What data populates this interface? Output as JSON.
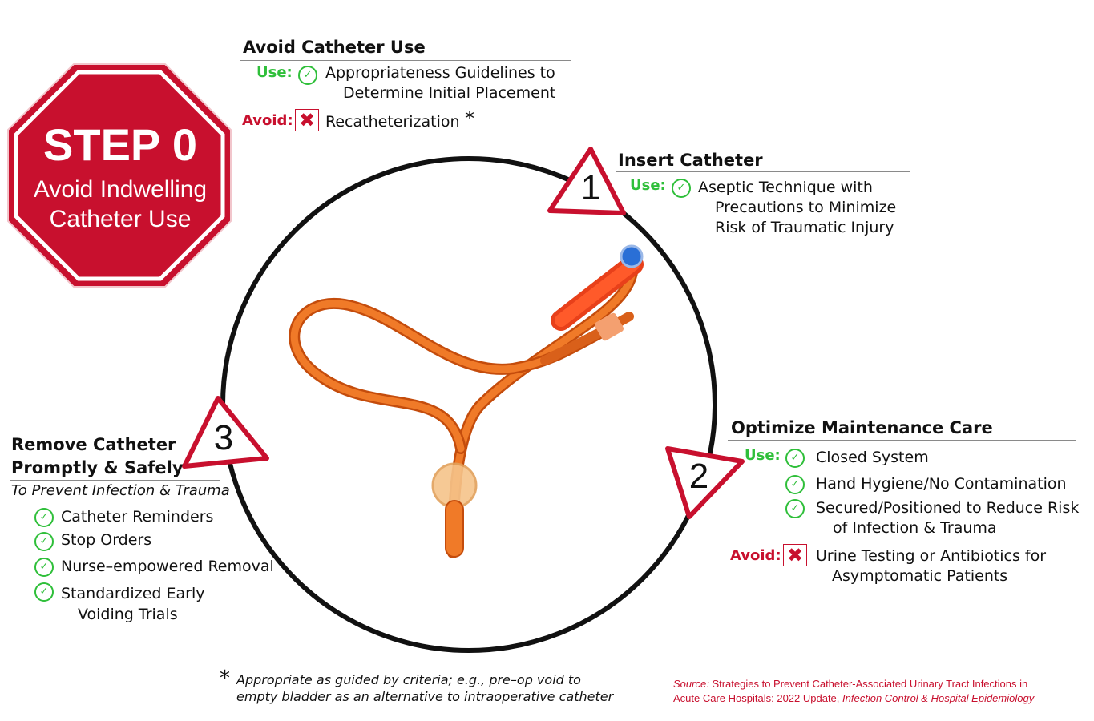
{
  "stop_sign": {
    "title": "STEP 0",
    "subtitle_line1": "Avoid Indwelling",
    "subtitle_line2": "Catheter Use"
  },
  "step0_section": {
    "heading": "Avoid Catheter Use",
    "use_label": "Use:",
    "use_line1": "Appropriateness Guidelines to",
    "use_line2": "Determine Initial Placement",
    "avoid_label": "Avoid:",
    "avoid_item": "Recatheterization",
    "asterisk": "*"
  },
  "step1": {
    "number": "1",
    "heading": "Insert Catheter",
    "use_label": "Use:",
    "line1": "Aseptic Technique with",
    "line2": "Precautions to Minimize",
    "line3": "Risk of Traumatic Injury"
  },
  "step2": {
    "number": "2",
    "heading": "Optimize Maintenance Care",
    "use_label": "Use:",
    "item1": "Closed System",
    "item2": "Hand Hygiene/No Contamination",
    "item3_line1": "Secured/Positioned to Reduce Risk",
    "item3_line2": "of Infection & Trauma",
    "avoid_label": "Avoid:",
    "avoid_line1": "Urine Testing or Antibiotics for",
    "avoid_line2": "Asymptomatic Patients"
  },
  "step3": {
    "number": "3",
    "heading_line1": "Remove Catheter",
    "heading_line2": "Promptly & Safely",
    "subheading": "To Prevent Infection & Trauma",
    "item1": "Catheter Reminders",
    "item2": "Stop Orders",
    "item3": "Nurse–empowered Removal",
    "item4_line1": "Standardized Early",
    "item4_line2": "Voiding Trials"
  },
  "footnote": {
    "asterisk": "*",
    "line1": "Appropriate as guided by criteria; e.g., pre–op void to",
    "line2": "empty bladder as an alternative to intraoperative catheter"
  },
  "source": {
    "label": "Source:",
    "line1_text": "Strategies to Prevent Catheter-Associated Urinary Tract Infections in",
    "line2_text": "Acute Care Hospitals: 2022 Update,",
    "journal": "Infection Control & Hospital Epidemiology"
  },
  "colors": {
    "stop_red": "#c8102e",
    "check_green": "#2fbf3a",
    "catheter_orange": "#f06a1a"
  },
  "icons": [
    "check-circle-icon",
    "x-mark-icon",
    "stop-sign-icon",
    "step-triangle-icon",
    "catheter-illustration"
  ]
}
